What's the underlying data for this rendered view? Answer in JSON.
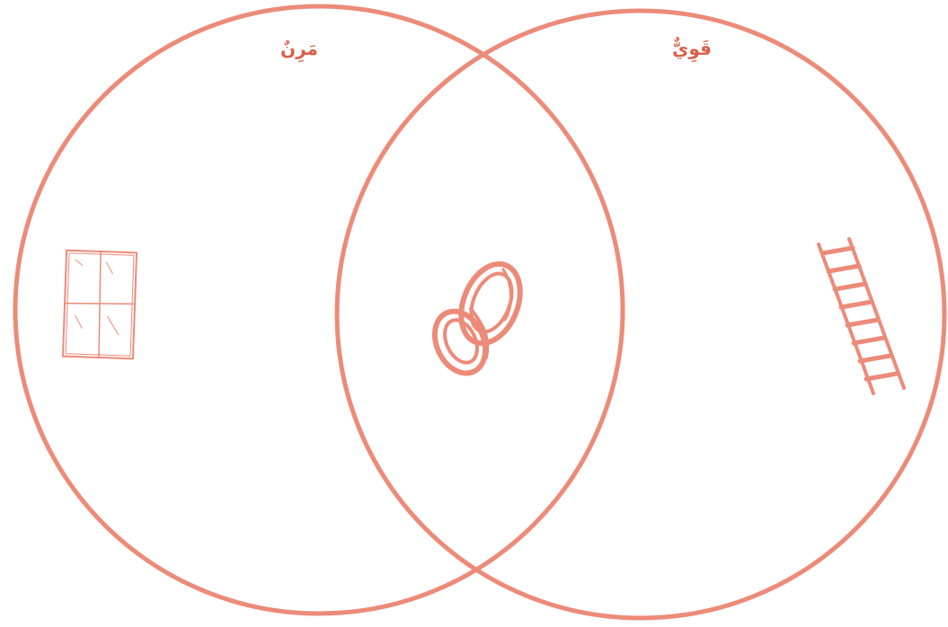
{
  "diagram": {
    "type": "venn",
    "sets": [
      {
        "id": "left",
        "label": "مَرِنٌ",
        "item_icons": [
          "cloth-napkin-icon"
        ]
      },
      {
        "id": "right",
        "label": "قَوِيٌّ",
        "item_icons": [
          "ladder-icon"
        ]
      }
    ],
    "intersection": {
      "item_icons": [
        "rope-icon"
      ]
    },
    "colors": {
      "stroke": "#ec8b79",
      "label": "#d9604a"
    }
  }
}
